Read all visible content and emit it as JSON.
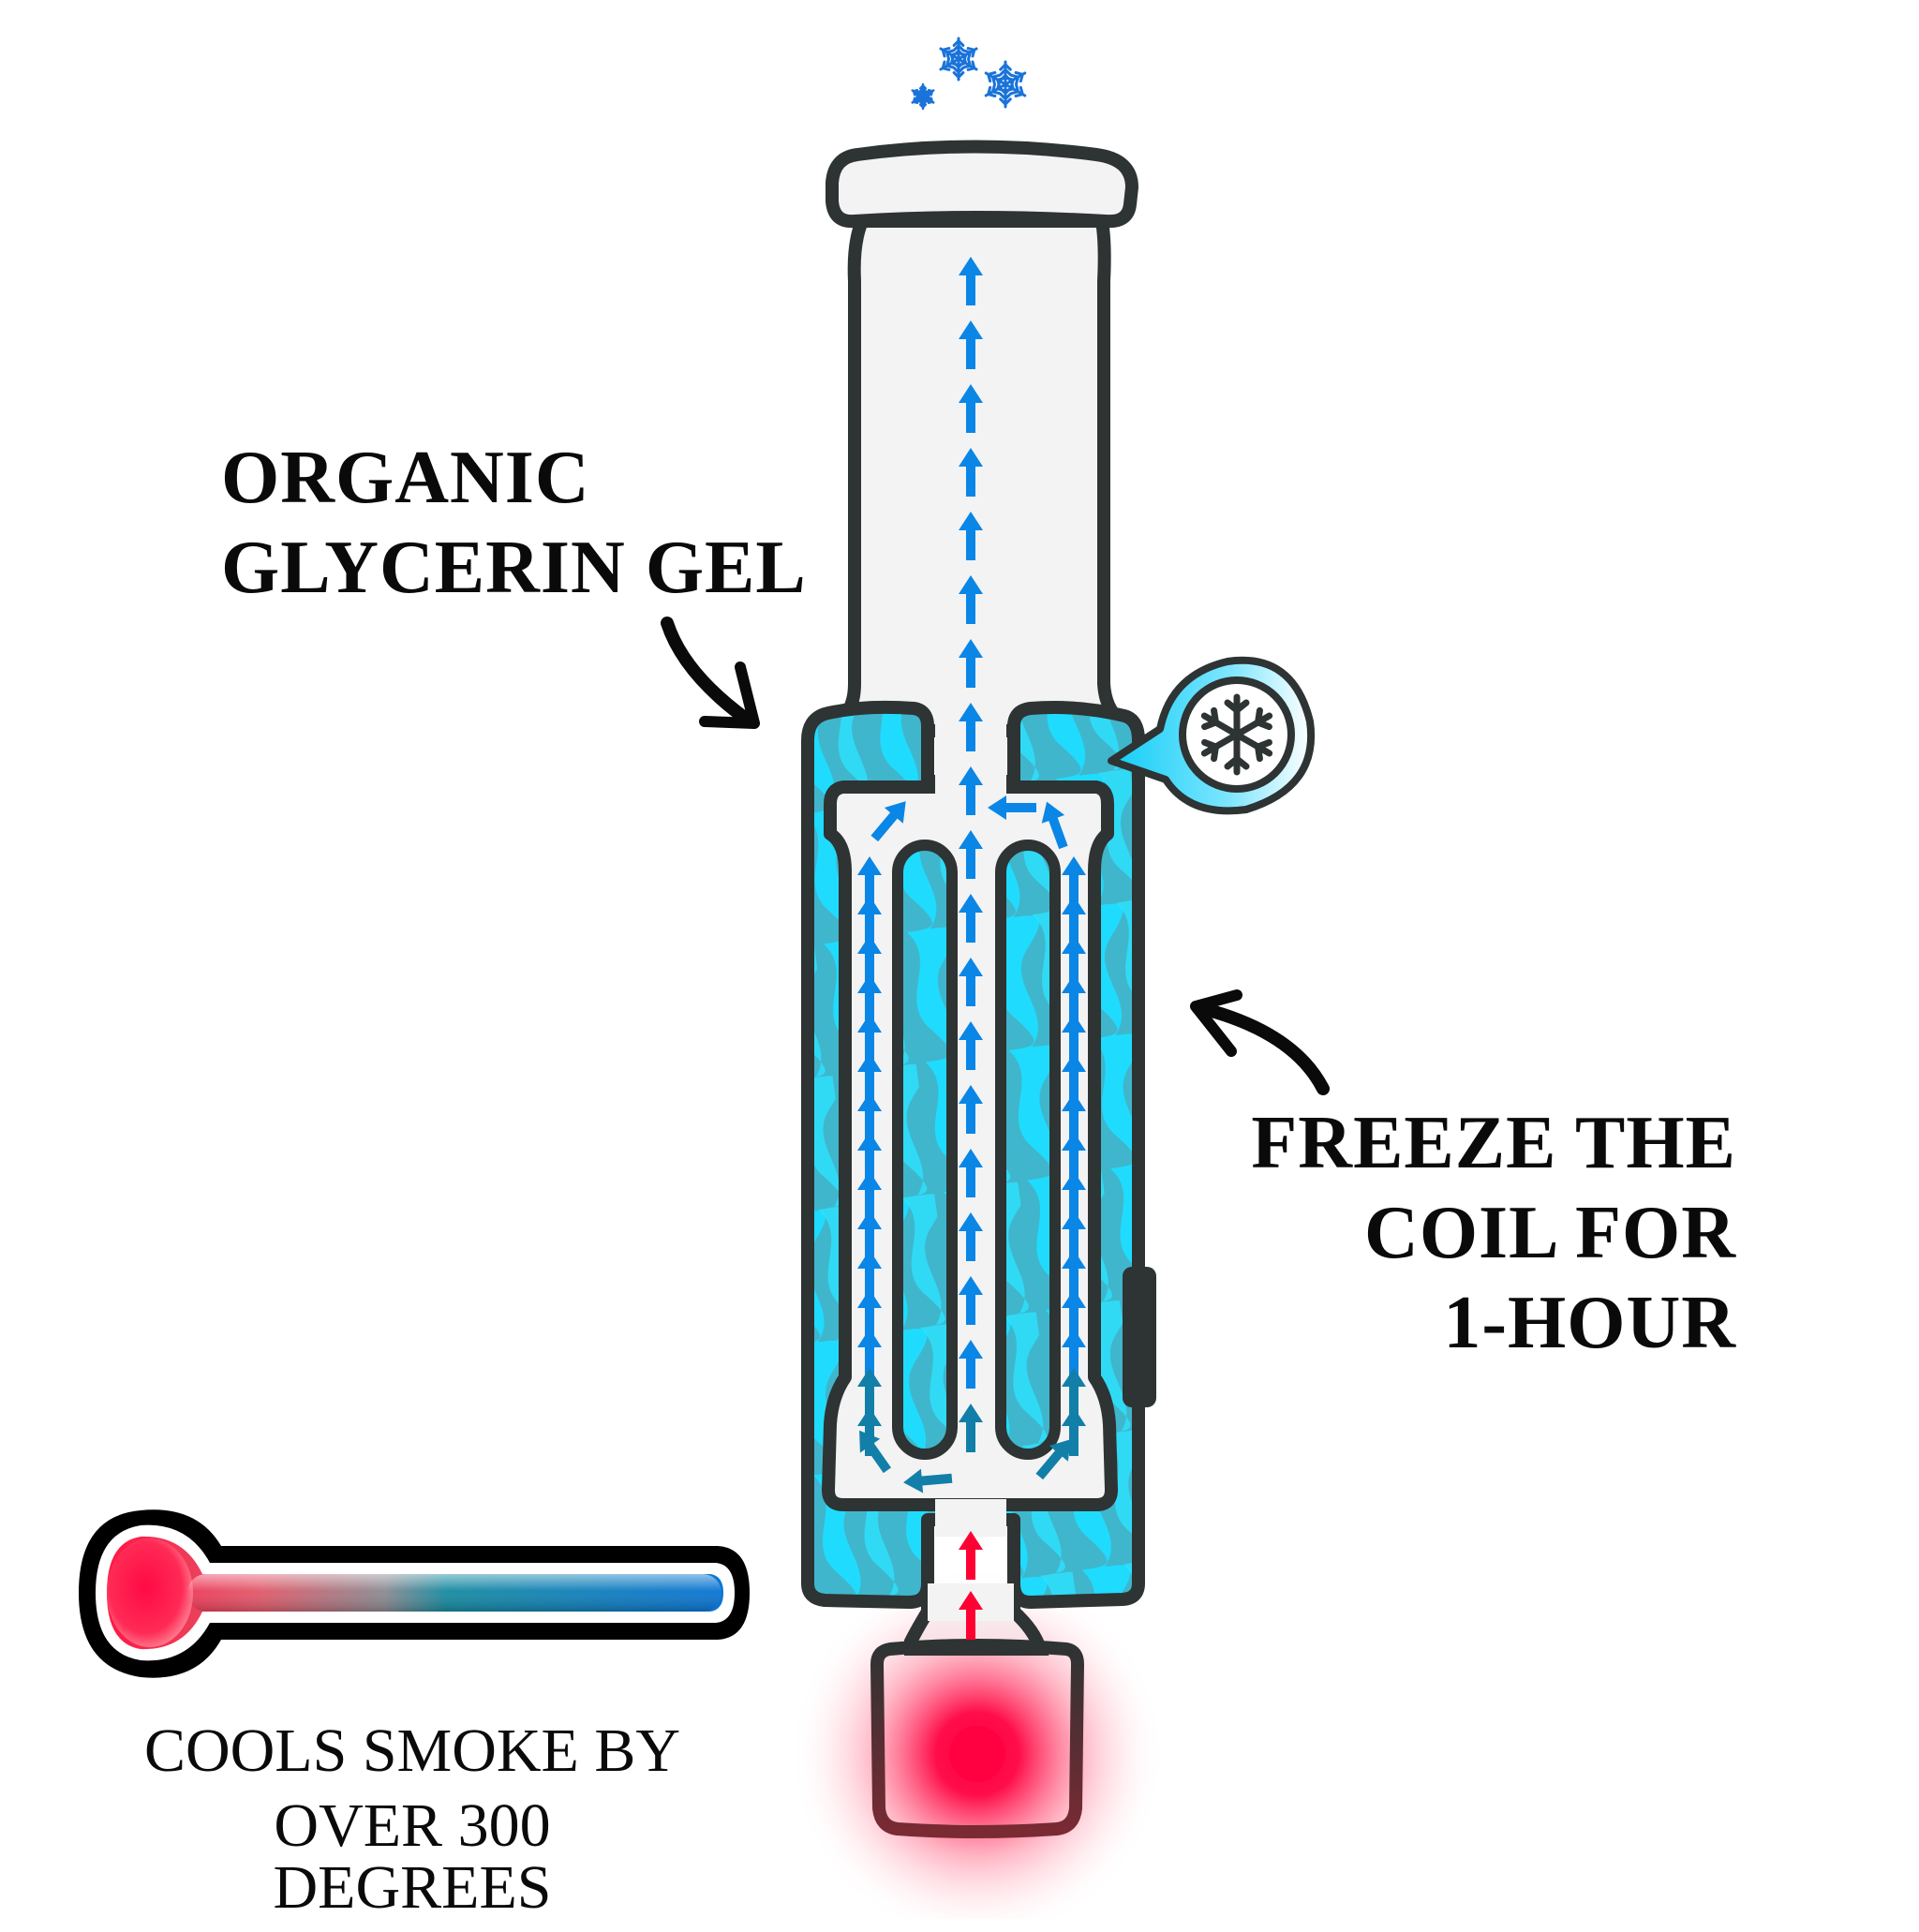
{
  "diagram": {
    "title": "Freezable glycerin coil cooling diagram",
    "labels": {
      "glycerin": [
        "ORGANIC",
        "GLYCERIN GEL"
      ],
      "freeze": [
        "FREEZE THE",
        "COIL FOR",
        "1-HOUR"
      ],
      "cools": [
        "COOLS SMOKE BY",
        "OVER 300 DEGREES"
      ]
    },
    "icons": {
      "top_snowflakes": "snowflake-icon",
      "badge": "snowflake-icon",
      "thermometer": "thermometer-icon",
      "heat_source": "heat-glow"
    },
    "colors": {
      "outline": "#2e3333",
      "glass": "#f3f3f4",
      "gel_light": "#1fdcff",
      "gel_dark": "#3fb6cc",
      "arrow_blue": "#0a86e6",
      "arrow_teal": "#127fa8",
      "arrow_red": "#ff0033",
      "heat": "#ff0040",
      "snow_blue": "#1a73d9"
    },
    "flow": {
      "central_arrows": 19,
      "side_arrows_per_channel": 15
    }
  }
}
